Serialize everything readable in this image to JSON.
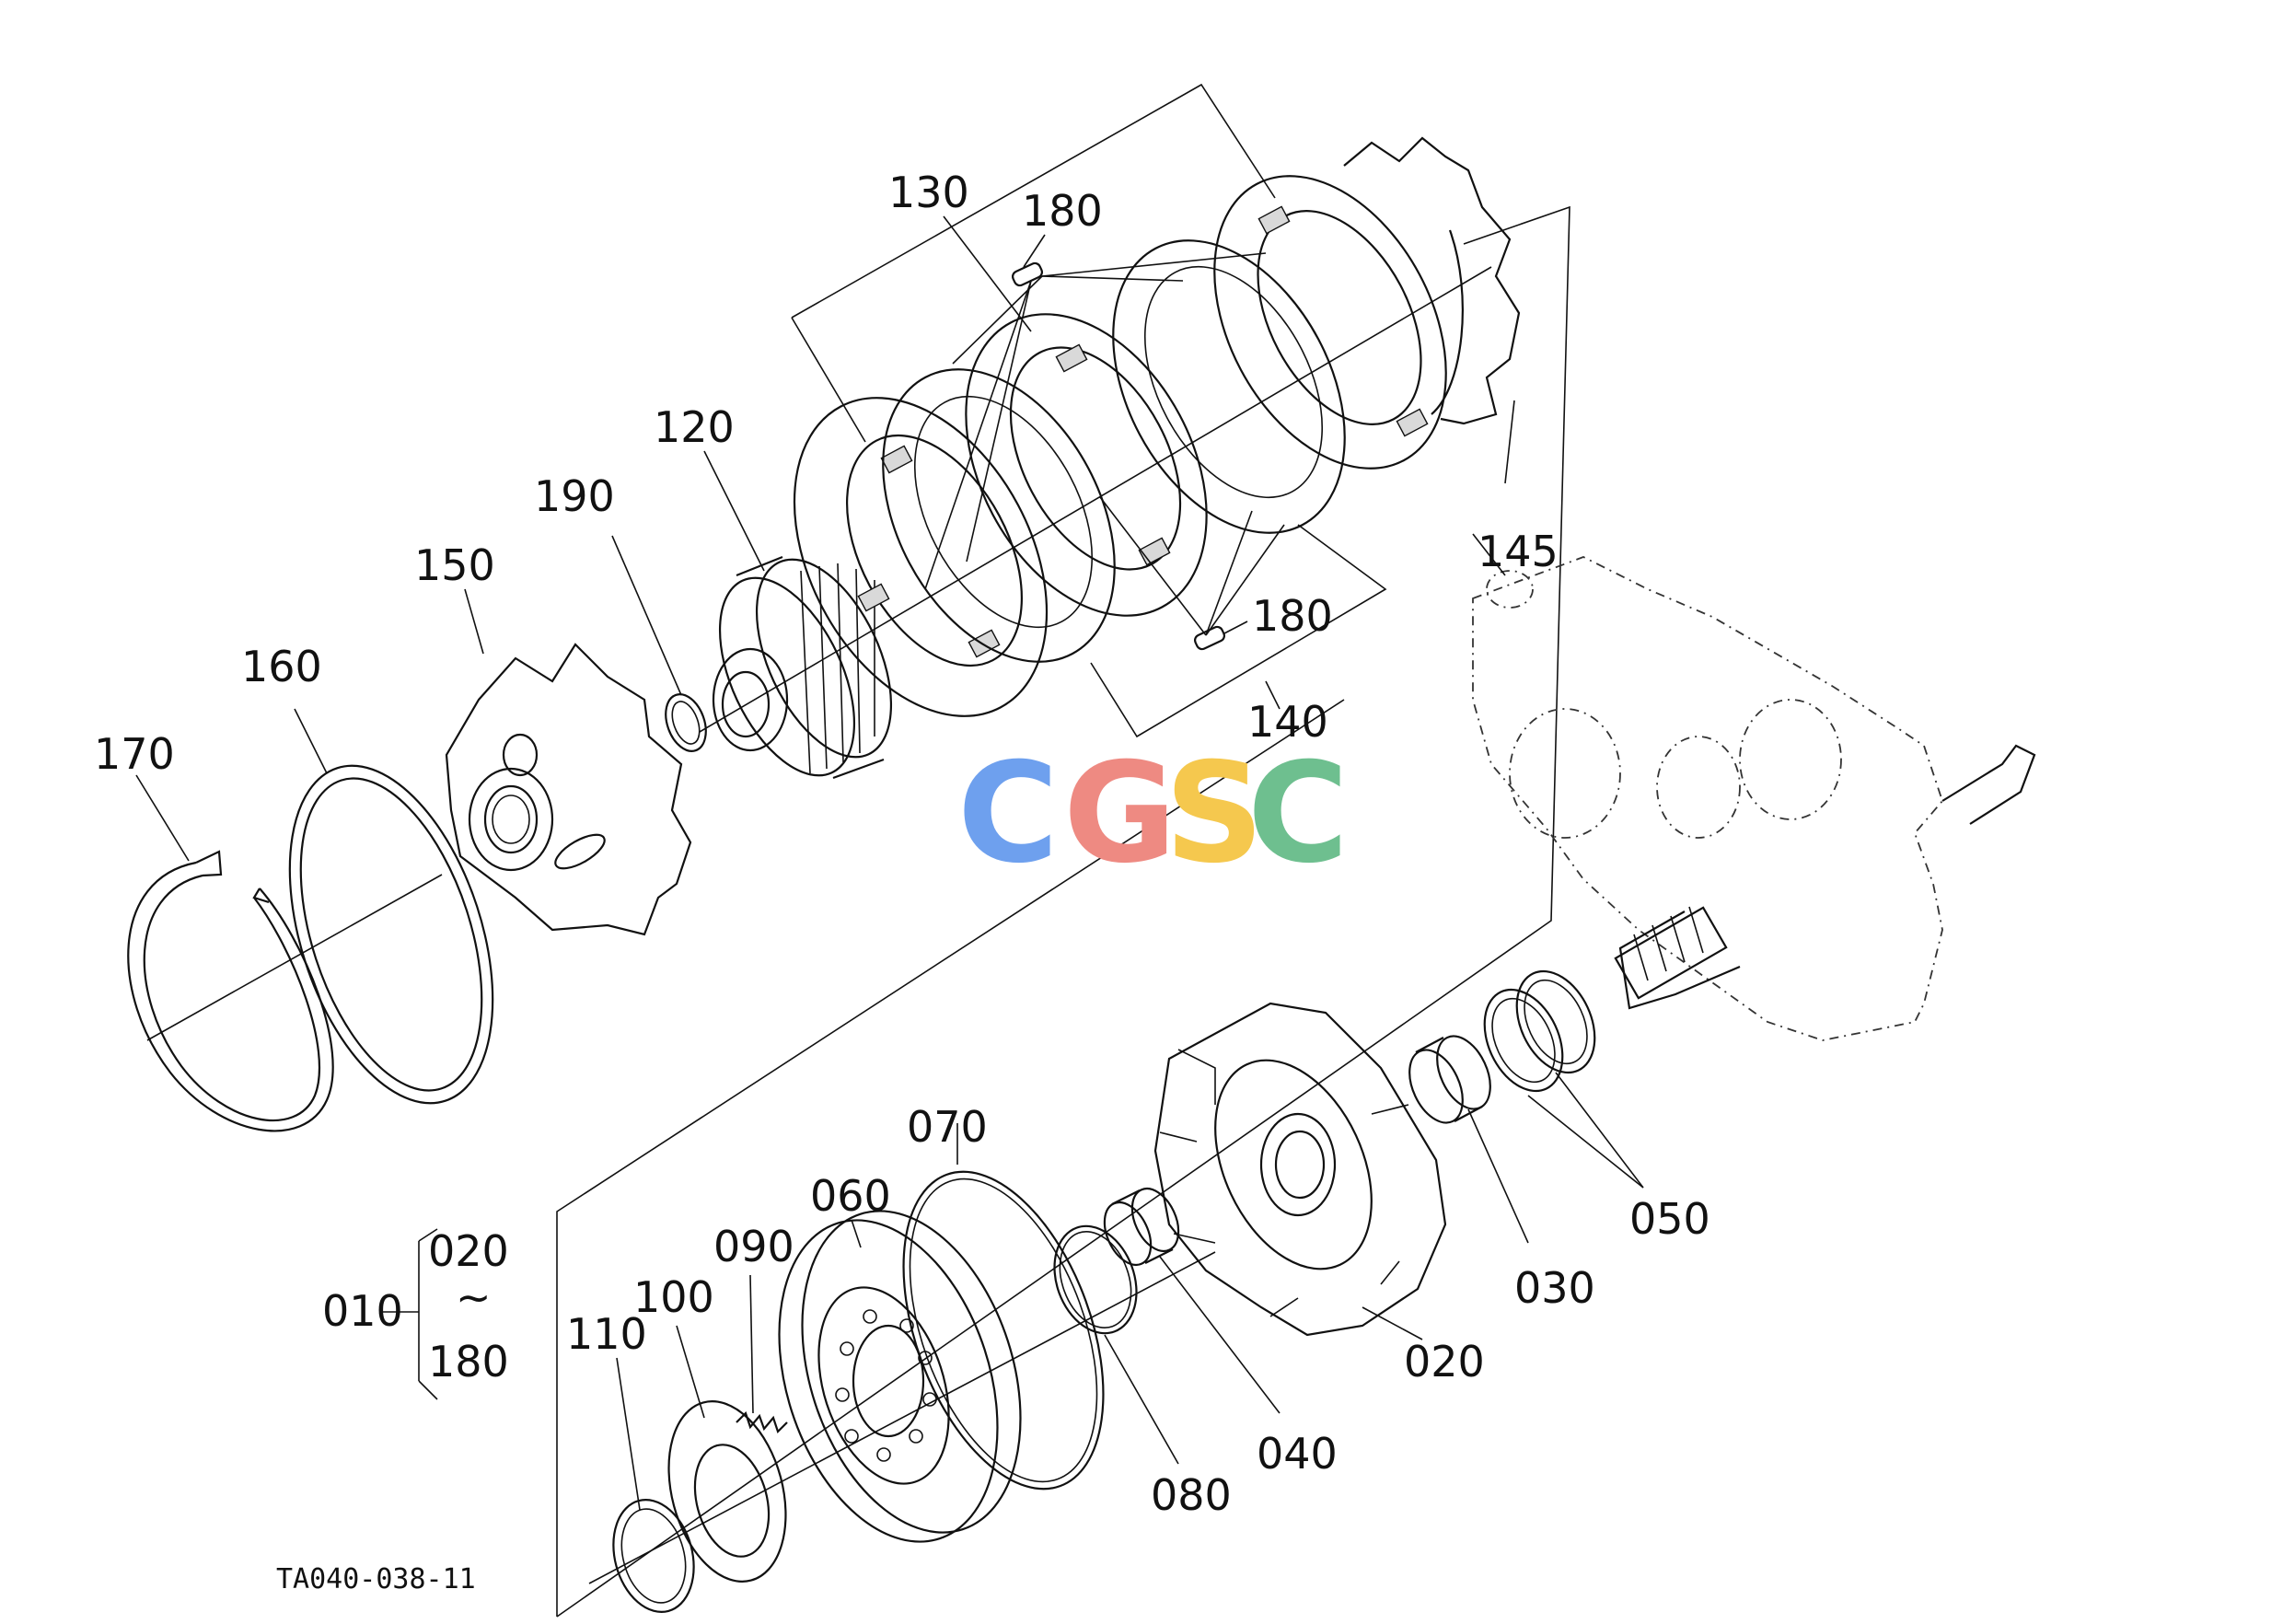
{
  "labels": {
    "p010": "010",
    "p020_range": "020",
    "p020": "020",
    "p030": "030",
    "p040": "040",
    "p050": "050",
    "p060": "060",
    "p070": "070",
    "p080": "080",
    "p090": "090",
    "p100": "100",
    "p110": "110",
    "p120": "120",
    "p130": "130",
    "p140": "140",
    "p145": "145",
    "p150": "150",
    "p160": "160",
    "p170": "170",
    "p180_range": "180",
    "p180_top": "180",
    "p180_bottom": "180",
    "p190": "190"
  },
  "range_tilde": "~",
  "drawing_code": "TA040-038-11",
  "watermark": {
    "letters": [
      "C",
      "G",
      "S",
      "C"
    ],
    "colors": [
      "#6ea0ee",
      "#ee8a82",
      "#f5c84e",
      "#6ebf8f"
    ]
  }
}
